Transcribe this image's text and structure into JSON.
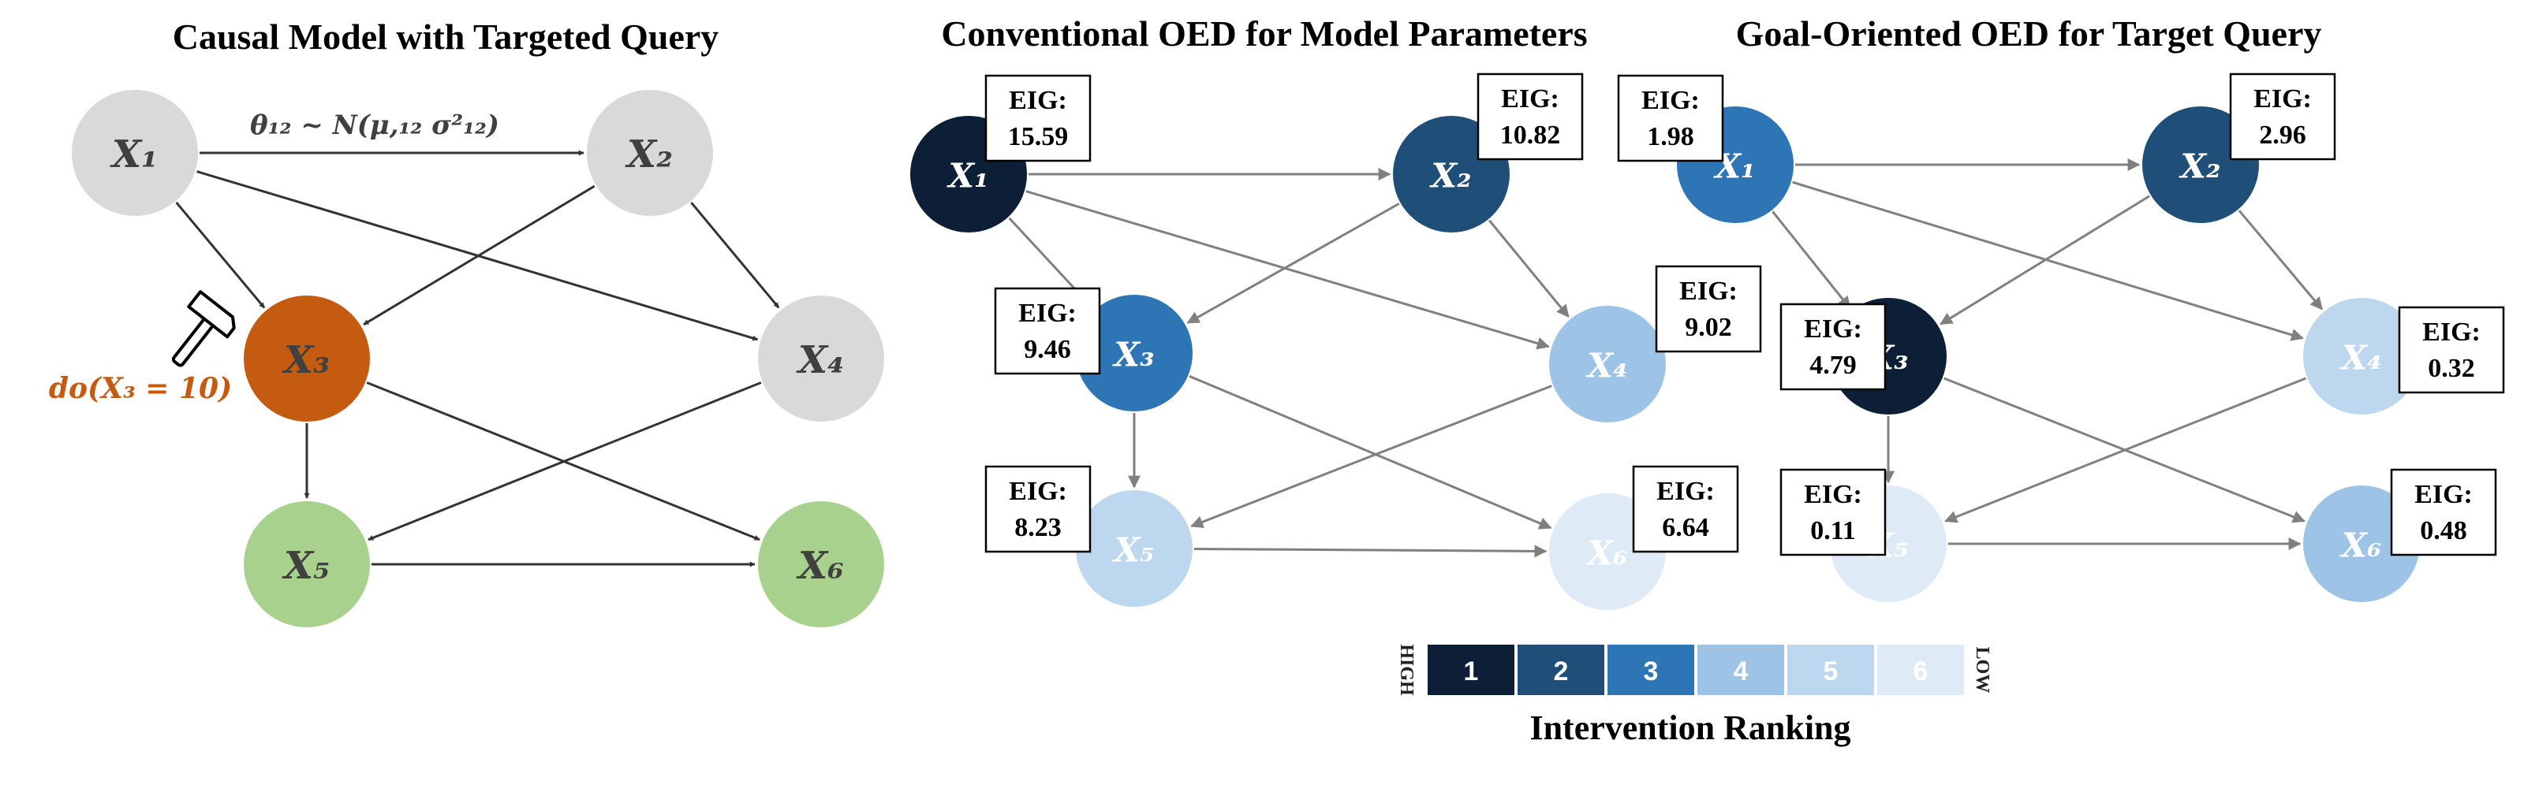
{
  "panels": [
    {
      "id": "causal",
      "title": "Causal Model with Targeted Query",
      "edge_label": "θ₁₂ ~ N(μ,₁₂ σ²₁₂)",
      "intervention_label": "do(X₃ = 10)",
      "nodes": [
        {
          "id": "x1",
          "label": "X₁",
          "color": "#d9d9d9"
        },
        {
          "id": "x2",
          "label": "X₂",
          "color": "#d9d9d9"
        },
        {
          "id": "x3",
          "label": "X₃",
          "color": "#c55a11"
        },
        {
          "id": "x4",
          "label": "X₄",
          "color": "#d9d9d9"
        },
        {
          "id": "x5",
          "label": "X₅",
          "color": "#a9d18e"
        },
        {
          "id": "x6",
          "label": "X₆",
          "color": "#a9d18e"
        }
      ]
    },
    {
      "id": "conventional",
      "title": "Conventional OED for Model Parameters",
      "nodes": [
        {
          "id": "x1",
          "label": "X₁",
          "eig": "15.59",
          "rank": 1
        },
        {
          "id": "x2",
          "label": "X₂",
          "eig": "10.82",
          "rank": 2
        },
        {
          "id": "x3",
          "label": "X₃",
          "eig": "9.46",
          "rank": 3
        },
        {
          "id": "x4",
          "label": "X₄",
          "eig": "9.02",
          "rank": 4
        },
        {
          "id": "x5",
          "label": "X₅",
          "eig": "8.23",
          "rank": 5
        },
        {
          "id": "x6",
          "label": "X₆",
          "eig": "6.64",
          "rank": 6
        }
      ]
    },
    {
      "id": "goal",
      "title": "Goal-Oriented OED for Target Query",
      "nodes": [
        {
          "id": "x1",
          "label": "X₁",
          "eig": "1.98",
          "rank": 3
        },
        {
          "id": "x2",
          "label": "X₂",
          "eig": "2.96",
          "rank": 2
        },
        {
          "id": "x3",
          "label": "X₃",
          "eig": "4.79",
          "rank": 1
        },
        {
          "id": "x4",
          "label": "X₄",
          "eig": "0.32",
          "rank": 5
        },
        {
          "id": "x5",
          "label": "X₅",
          "eig": "0.11",
          "rank": 6
        },
        {
          "id": "x6",
          "label": "X₆",
          "eig": "0.48",
          "rank": 4
        }
      ]
    }
  ],
  "eig_prefix": "EIG:",
  "edges": [
    [
      "x1",
      "x2"
    ],
    [
      "x1",
      "x3"
    ],
    [
      "x1",
      "x4"
    ],
    [
      "x2",
      "x3"
    ],
    [
      "x2",
      "x4"
    ],
    [
      "x3",
      "x5"
    ],
    [
      "x3",
      "x6"
    ],
    [
      "x4",
      "x5"
    ],
    [
      "x5",
      "x6"
    ]
  ],
  "legend": {
    "title": "Intervention Ranking",
    "high": "HIGH",
    "low": "LOW",
    "ranks": [
      "1",
      "2",
      "3",
      "4",
      "5",
      "6"
    ],
    "colors": [
      "#0d1f36",
      "#1f4e79",
      "#2e75b6",
      "#9dc3e6",
      "#bdd7ee",
      "#deebf7"
    ]
  }
}
